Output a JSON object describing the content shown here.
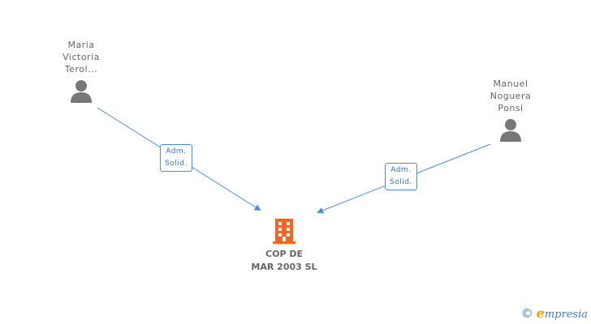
{
  "persons": [
    {
      "name_lines": [
        "Maria",
        "Victoria",
        "Terol..."
      ]
    },
    {
      "name_lines": [
        "Manuel",
        "Noguera",
        "Ponsi"
      ]
    }
  ],
  "roles": [
    {
      "lines": [
        "Adm.",
        "Solid."
      ]
    },
    {
      "lines": [
        "Adm.",
        "Solid."
      ]
    }
  ],
  "company": {
    "name_lines": [
      "COP DE",
      "MAR 2003 SL"
    ]
  },
  "footer": {
    "copyright": "©",
    "brand_initial": "e",
    "brand_rest": "mpresia"
  },
  "colors": {
    "edge": "#4a8fd6",
    "company_icon": "#f26522",
    "person_icon": "#777777"
  }
}
